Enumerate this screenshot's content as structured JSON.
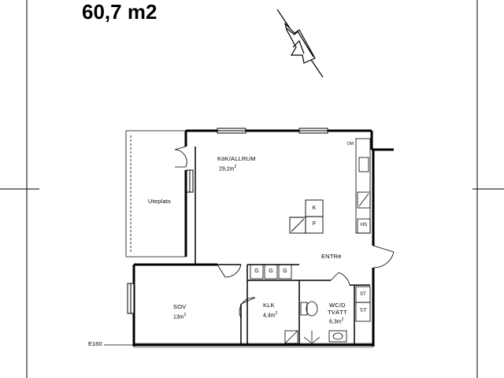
{
  "plan": {
    "total_area": "60,7 m2",
    "elevation": "E160",
    "rooms": {
      "kitchen": {
        "name": "KöK/ALLRUM",
        "area": "29,2m",
        "sup": "2"
      },
      "bedroom": {
        "name": "SOV",
        "area": "13m",
        "sup": "2"
      },
      "closet": {
        "name": "KLK",
        "area": "4,4m",
        "sup": "2"
      },
      "wc": {
        "name": "WC/D",
        "name2": "TVÄTT",
        "area": "6,3m",
        "sup": "2"
      },
      "entry": {
        "name": "ENTRé"
      },
      "patio": {
        "name": "Uteplats"
      }
    },
    "fixtures": {
      "k": "K",
      "f": "F",
      "hs": "HS",
      "st": "ST",
      "tt": "T/T",
      "g1": "G",
      "g2": "G",
      "g3": "G",
      "dm": "DM"
    }
  }
}
